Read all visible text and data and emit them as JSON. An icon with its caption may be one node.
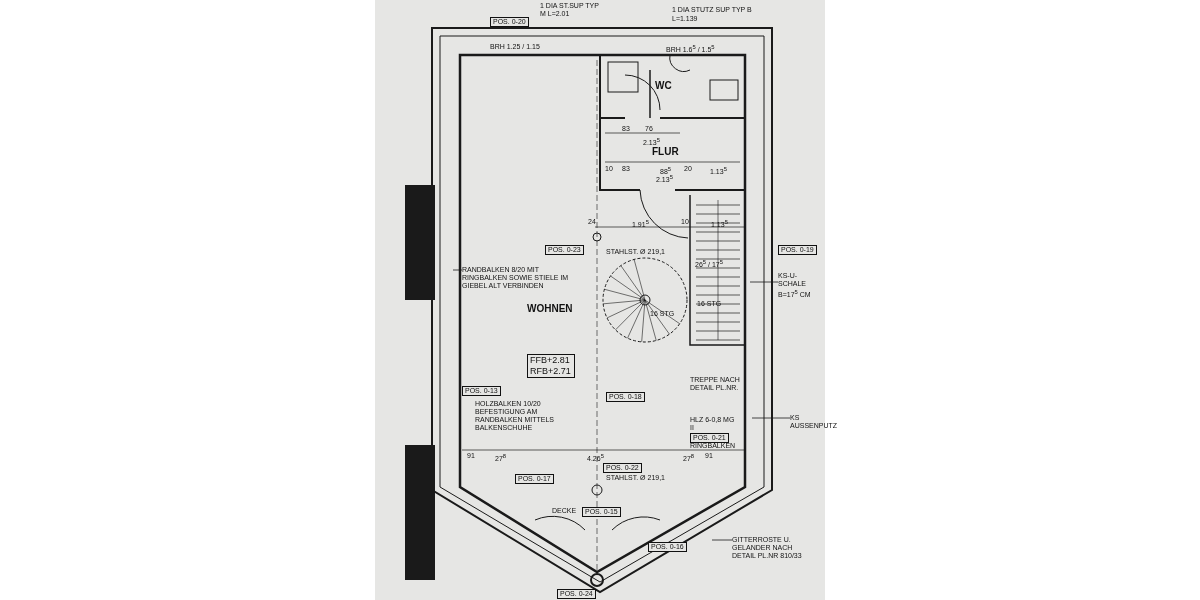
{
  "diagram": {
    "nodes": [
      {
        "text": [
          "WC"
        ]
      },
      {
        "text": [
          "FLUR"
        ]
      },
      {
        "text": [
          "WOHNEN"
        ]
      },
      {
        "text": [
          "FFB+2.81 RFB+2.71"
        ]
      },
      {
        "text": [
          "POS. 0-20"
        ]
      },
      {
        "text": [
          "POS. 0-23"
        ]
      },
      {
        "text": [
          "POS. 0-19"
        ]
      },
      {
        "text": [
          "POS. 0-13"
        ]
      },
      {
        "text": [
          "POS. 0-18"
        ]
      },
      {
        "text": [
          "POS. 0-21"
        ]
      },
      {
        "text": [
          "POS. 0-17"
        ]
      },
      {
        "text": [
          "POS. 0-22"
        ]
      },
      {
        "text": [
          "POS. 0-15"
        ]
      },
      {
        "text": [
          "POS. 0-16"
        ]
      },
      {
        "text": [
          "POS. 0-24"
        ]
      },
      {
        "text": [
          "RANDBALKEN 8/20 MIT RINGBALKEN SOWIE STIELE IM GIEBEL ALT VERBINDEN"
        ]
      },
      {
        "text": [
          "KS-U-SCHALE B=17$^{5}$ CM"
        ]
      },
      {
        "text": [
          "KS AUSSENPUTZ"
        ]
      },
      {
        "text": [
          "GITTERROSTE U. GELANDER NACH DETAIL PL.NR 810/33"
        ]
      }
    ],
    "edges": [
      {
        "from": 15,
        "to": null,
        "arrow": "none"
      },
      {
        "from": 16,
        "to": null,
        "arrow": "none"
      },
      {
        "from": 17,
        "to": null,
        "arrow": "none"
      },
      {
        "from": 18,
        "to": null,
        "arrow": "none"
      }
    ],
    "labels": [
      "1 DIA ST.SUP TYP M L=2.01",
      "1 DIA STUTZ SUP TYP B",
      "L=1.139",
      "BRH 1.25 / 1.15",
      "BRH 1.6$^{5}$ / 1.5$^{5}$",
      "83",
      "76",
      "2.13$^{5}$",
      "10",
      "83",
      "88$^{5}$",
      "20",
      "1.13$^{5}$",
      "2.13$^{5}$",
      "24",
      "1.91$^{5}$",
      "10",
      "1.13$^{5}$",
      "STAHLST. Ø 219,1",
      "26$^{5}$ / 17$^{5}$",
      "16 STG",
      "16 STG",
      "TREPPE NACH DETAIL PL.NR.",
      "HOLZBALKEN 10/20 BEFESTIGUNG AM RANDBALKEN MITTELS BALKENSCHUHE",
      "HLZ 6-0,8 MG II",
      "RINGBALKEN",
      "91",
      "27$^{8}$",
      "4.26$^{5}$",
      "27$^{8}$",
      "91",
      "STAHLST. Ø 219,1",
      "DECKE"
    ]
  }
}
